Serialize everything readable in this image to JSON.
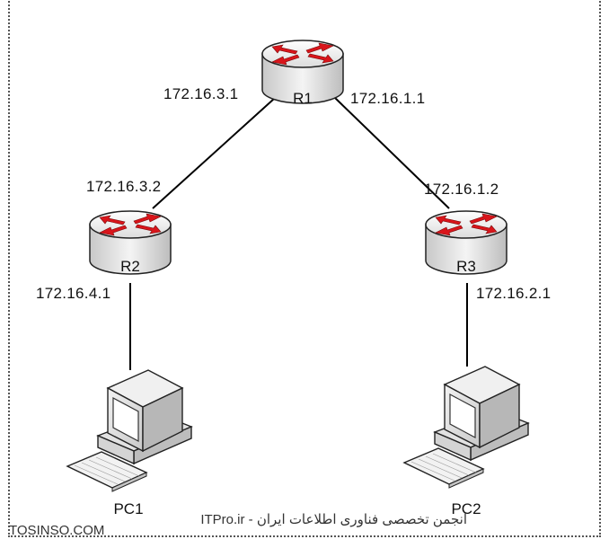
{
  "routers": [
    {
      "id": "r1",
      "name": "R1"
    },
    {
      "id": "r2",
      "name": "R2"
    },
    {
      "id": "r3",
      "name": "R3"
    }
  ],
  "pcs": [
    {
      "id": "pc1",
      "name": "PC1"
    },
    {
      "id": "pc2",
      "name": "PC2"
    }
  ],
  "interfaces": {
    "r1_to_r2": "172.16.3.1",
    "r1_to_r3": "172.16.1.1",
    "r2_to_r1": "172.16.3.2",
    "r3_to_r1": "172.16.1.2",
    "r2_to_pc1": "172.16.4.1",
    "r3_to_pc2": "172.16.2.1"
  },
  "watermark": {
    "left": "TOSINSO.COM",
    "right": "ITPro.ir - انجمن تخصصی فناوری اطلاعات ایران"
  },
  "colors": {
    "router_arrow": "#d9151b",
    "link": "#000000"
  }
}
